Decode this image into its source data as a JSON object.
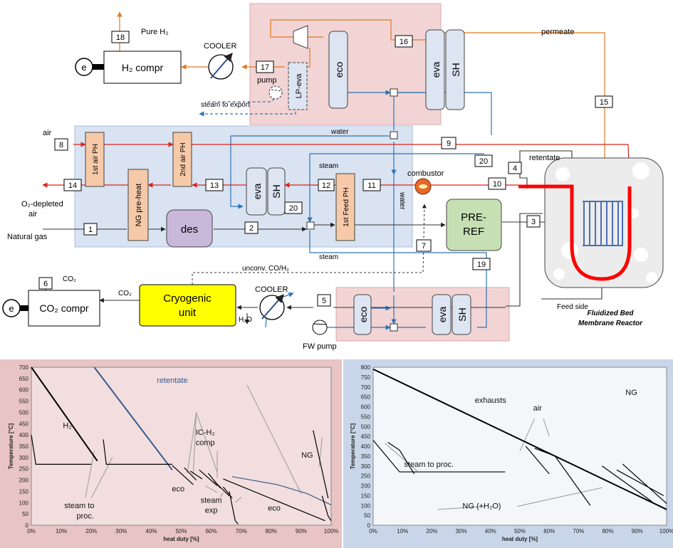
{
  "process": {
    "blocks": {
      "h2_compr": "H₂ compr",
      "co2_compr": "CO₂ compr",
      "cryo": [
        "Cryogenic",
        "unit"
      ],
      "des": "des",
      "preref": [
        "PRE-",
        "REF"
      ],
      "eco": "eco",
      "eva": "eva",
      "sh": "SH",
      "lp_eva": "LP-eva",
      "air_ph1": "1st air PH",
      "air_ph2": "2nd air PH",
      "ng_preheat": "NG pre-heat",
      "feed_ph": "1st Feed PH",
      "motor": "e"
    },
    "labels": {
      "pure_h2": "Pure H₂",
      "cooler": "COOLER",
      "pump": "pump",
      "steam_export": "steam to export",
      "permeate": "permeate",
      "air": "air",
      "water": "water",
      "retentate": "retentate",
      "steam": "steam",
      "combustor": "combustor",
      "o2_depleted": [
        "O₂-depleted",
        "air"
      ],
      "natural_gas": "Natural gas",
      "unconv": "unconv. CO/H₂",
      "co2": "CO₂",
      "h2o": "H₂O",
      "fw_pump": "FW pump",
      "feed_side": "Feed side",
      "reactor": [
        "Fluidized Bed",
        "Membrane Reactor"
      ]
    },
    "streams": [
      "1",
      "2",
      "3",
      "4",
      "5",
      "6",
      "7",
      "8",
      "9",
      "10",
      "11",
      "12",
      "13",
      "14",
      "15",
      "16",
      "17",
      "18",
      "19",
      "20"
    ]
  },
  "chart_data": [
    {
      "type": "line",
      "panel": "left",
      "xlabel": "heat duty [%]",
      "ylabel": "Temperature [°C]",
      "xlim": [
        0,
        100
      ],
      "ylim": [
        0,
        700
      ],
      "xticks": [
        "0%",
        "10%",
        "20%",
        "30%",
        "40%",
        "50%",
        "60%",
        "70%",
        "80%",
        "90%",
        "100%"
      ],
      "yticks": [
        0,
        50,
        100,
        150,
        200,
        250,
        300,
        350,
        400,
        450,
        500,
        550,
        600,
        650,
        700
      ],
      "series": [
        {
          "name": "H₂",
          "color": "#000000",
          "points": [
            [
              0,
              700
            ],
            [
              22,
              285
            ]
          ]
        },
        {
          "name": "retentate",
          "color": "#3b5a8c",
          "points": [
            [
              21,
              700
            ],
            [
              47,
              245
            ]
          ]
        },
        {
          "color": "#000000",
          "points": [
            [
              0,
              400
            ],
            [
              1.5,
              270
            ],
            [
              20,
              270
            ]
          ]
        },
        {
          "color": "#000000",
          "points": [
            [
              24,
              380
            ],
            [
              25,
              270
            ],
            [
              47,
              270
            ]
          ]
        },
        {
          "color": "#000000",
          "points": [
            [
              47,
              265
            ],
            [
              54,
              180
            ]
          ]
        },
        {
          "color": "#000000",
          "points": [
            [
              51,
              255
            ],
            [
              55,
              200
            ]
          ]
        },
        {
          "color": "#000000",
          "points": [
            [
              53,
              240
            ],
            [
              57,
              205
            ]
          ]
        },
        {
          "color": "#000000",
          "points": [
            [
              56,
              245
            ],
            [
              62,
              175
            ]
          ]
        },
        {
          "color": "#000000",
          "points": [
            [
              59,
              230
            ],
            [
              63,
              165
            ]
          ]
        },
        {
          "color": "#000000",
          "points": [
            [
              61,
              195
            ],
            [
              66,
              130
            ]
          ]
        },
        {
          "color": "#000000",
          "points": [
            [
              64,
              170
            ],
            [
              67,
              120
            ]
          ]
        },
        {
          "color": "#000000",
          "points": [
            [
              66,
              150
            ],
            [
              68,
              20
            ],
            [
              69,
              5
            ]
          ]
        },
        {
          "color": "#000000",
          "points": [
            [
              64,
              205
            ],
            [
              98,
              20
            ]
          ]
        },
        {
          "color": "#3b5a8c",
          "points": [
            [
              67,
              215
            ],
            [
              82,
              180
            ],
            [
              92,
              140
            ],
            [
              100,
              90
            ]
          ]
        },
        {
          "color": "#000000",
          "points": [
            [
              97,
              130
            ],
            [
              99,
              40
            ],
            [
              100,
              20
            ]
          ]
        },
        {
          "color": "#000000",
          "points": [
            [
              94,
              420
            ],
            [
              99,
              120
            ]
          ]
        }
      ],
      "annotations": [
        {
          "text": "H₂",
          "x": 12,
          "y": 430
        },
        {
          "text": "retentate",
          "x": 47,
          "y": 630,
          "color": "#3b5a8c"
        },
        {
          "text": "IC-H₂",
          "x": 58,
          "y": 400
        },
        {
          "text": "comp",
          "x": 58,
          "y": 355
        },
        {
          "text": "eco",
          "x": 49,
          "y": 150
        },
        {
          "text": "steam",
          "x": 60,
          "y": 100
        },
        {
          "text": "exp",
          "x": 60,
          "y": 55
        },
        {
          "text": "eco",
          "x": 81,
          "y": 65
        },
        {
          "text": "NG",
          "x": 92,
          "y": 300
        },
        {
          "text": "steam to",
          "x": 16,
          "y": 75
        },
        {
          "text": "proc.",
          "x": 18,
          "y": 30
        }
      ],
      "leaders": [
        [
          [
            21,
            330
          ],
          [
            18,
            120
          ]
        ],
        [
          [
            27,
            300
          ],
          [
            20,
            120
          ]
        ],
        [
          [
            55,
            500
          ],
          [
            52,
            230
          ]
        ],
        [
          [
            55,
            500
          ],
          [
            54,
            225
          ]
        ],
        [
          [
            55,
            500
          ],
          [
            62,
            235
          ]
        ],
        [
          [
            62,
            330
          ],
          [
            62,
            210
          ]
        ],
        [
          [
            58,
            175
          ],
          [
            62,
            145
          ]
        ],
        [
          [
            64,
            145
          ],
          [
            63,
            125
          ]
        ],
        [
          [
            70,
            125
          ],
          [
            68,
            100
          ]
        ],
        [
          [
            72,
            620
          ],
          [
            90,
            140
          ]
        ],
        [
          [
            97,
            390
          ],
          [
            96,
            260
          ]
        ]
      ]
    },
    {
      "type": "line",
      "panel": "right",
      "xlabel": "heat duty [%]",
      "ylabel": "Temperature [°C]",
      "xlim": [
        0,
        100
      ],
      "ylim": [
        0,
        800
      ],
      "xticks": [
        "0%",
        "10%",
        "20%",
        "30%",
        "40%",
        "50%",
        "60%",
        "70%",
        "80%",
        "90%",
        "100%"
      ],
      "yticks": [
        0,
        50,
        100,
        150,
        200,
        250,
        300,
        350,
        400,
        450,
        500,
        550,
        600,
        650,
        700,
        750,
        800
      ],
      "series": [
        {
          "name": "exhausts",
          "color": "#000000",
          "points": [
            [
              0,
              790
            ],
            [
              100,
              80
            ]
          ]
        },
        {
          "color": "#000000",
          "points": [
            [
              0,
              430
            ],
            [
              9,
              270
            ],
            [
              45,
              270
            ]
          ]
        },
        {
          "color": "#000000",
          "points": [
            [
              5,
              420
            ],
            [
              9,
              380
            ],
            [
              14,
              260
            ]
          ]
        },
        {
          "color": "#000000",
          "points": [
            [
              52,
              400
            ],
            [
              60,
              260
            ]
          ]
        },
        {
          "color": "#000000",
          "points": [
            [
              55,
              390
            ],
            [
              62,
              350
            ],
            [
              74,
              100
            ]
          ]
        },
        {
          "color": "#000000",
          "points": [
            [
              78,
              300
            ],
            [
              95,
              120
            ]
          ]
        },
        {
          "color": "#000000",
          "points": [
            [
              83,
              280
            ],
            [
              99,
              150
            ]
          ]
        },
        {
          "color": "#000000",
          "points": [
            [
              85,
              310
            ],
            [
              100,
              110
            ]
          ]
        }
      ],
      "annotations": [
        {
          "text": "exhausts",
          "x": 40,
          "y": 620
        },
        {
          "text": "air",
          "x": 56,
          "y": 580
        },
        {
          "text": "NG",
          "x": 88,
          "y": 660
        },
        {
          "text": "steam to proc.",
          "x": 19,
          "y": 295
        },
        {
          "text": "NG (+H₂O)",
          "x": 37,
          "y": 85
        }
      ],
      "leaders": [
        [
          [
            55,
            540
          ],
          [
            50,
            375
          ]
        ],
        [
          [
            58,
            540
          ],
          [
            60,
            450
          ]
        ],
        [
          [
            4,
            415
          ],
          [
            15,
            275
          ]
        ],
        [
          [
            49,
            95
          ],
          [
            78,
            190
          ]
        ],
        [
          [
            22,
            80
          ],
          [
            38,
            95
          ]
        ]
      ]
    }
  ]
}
